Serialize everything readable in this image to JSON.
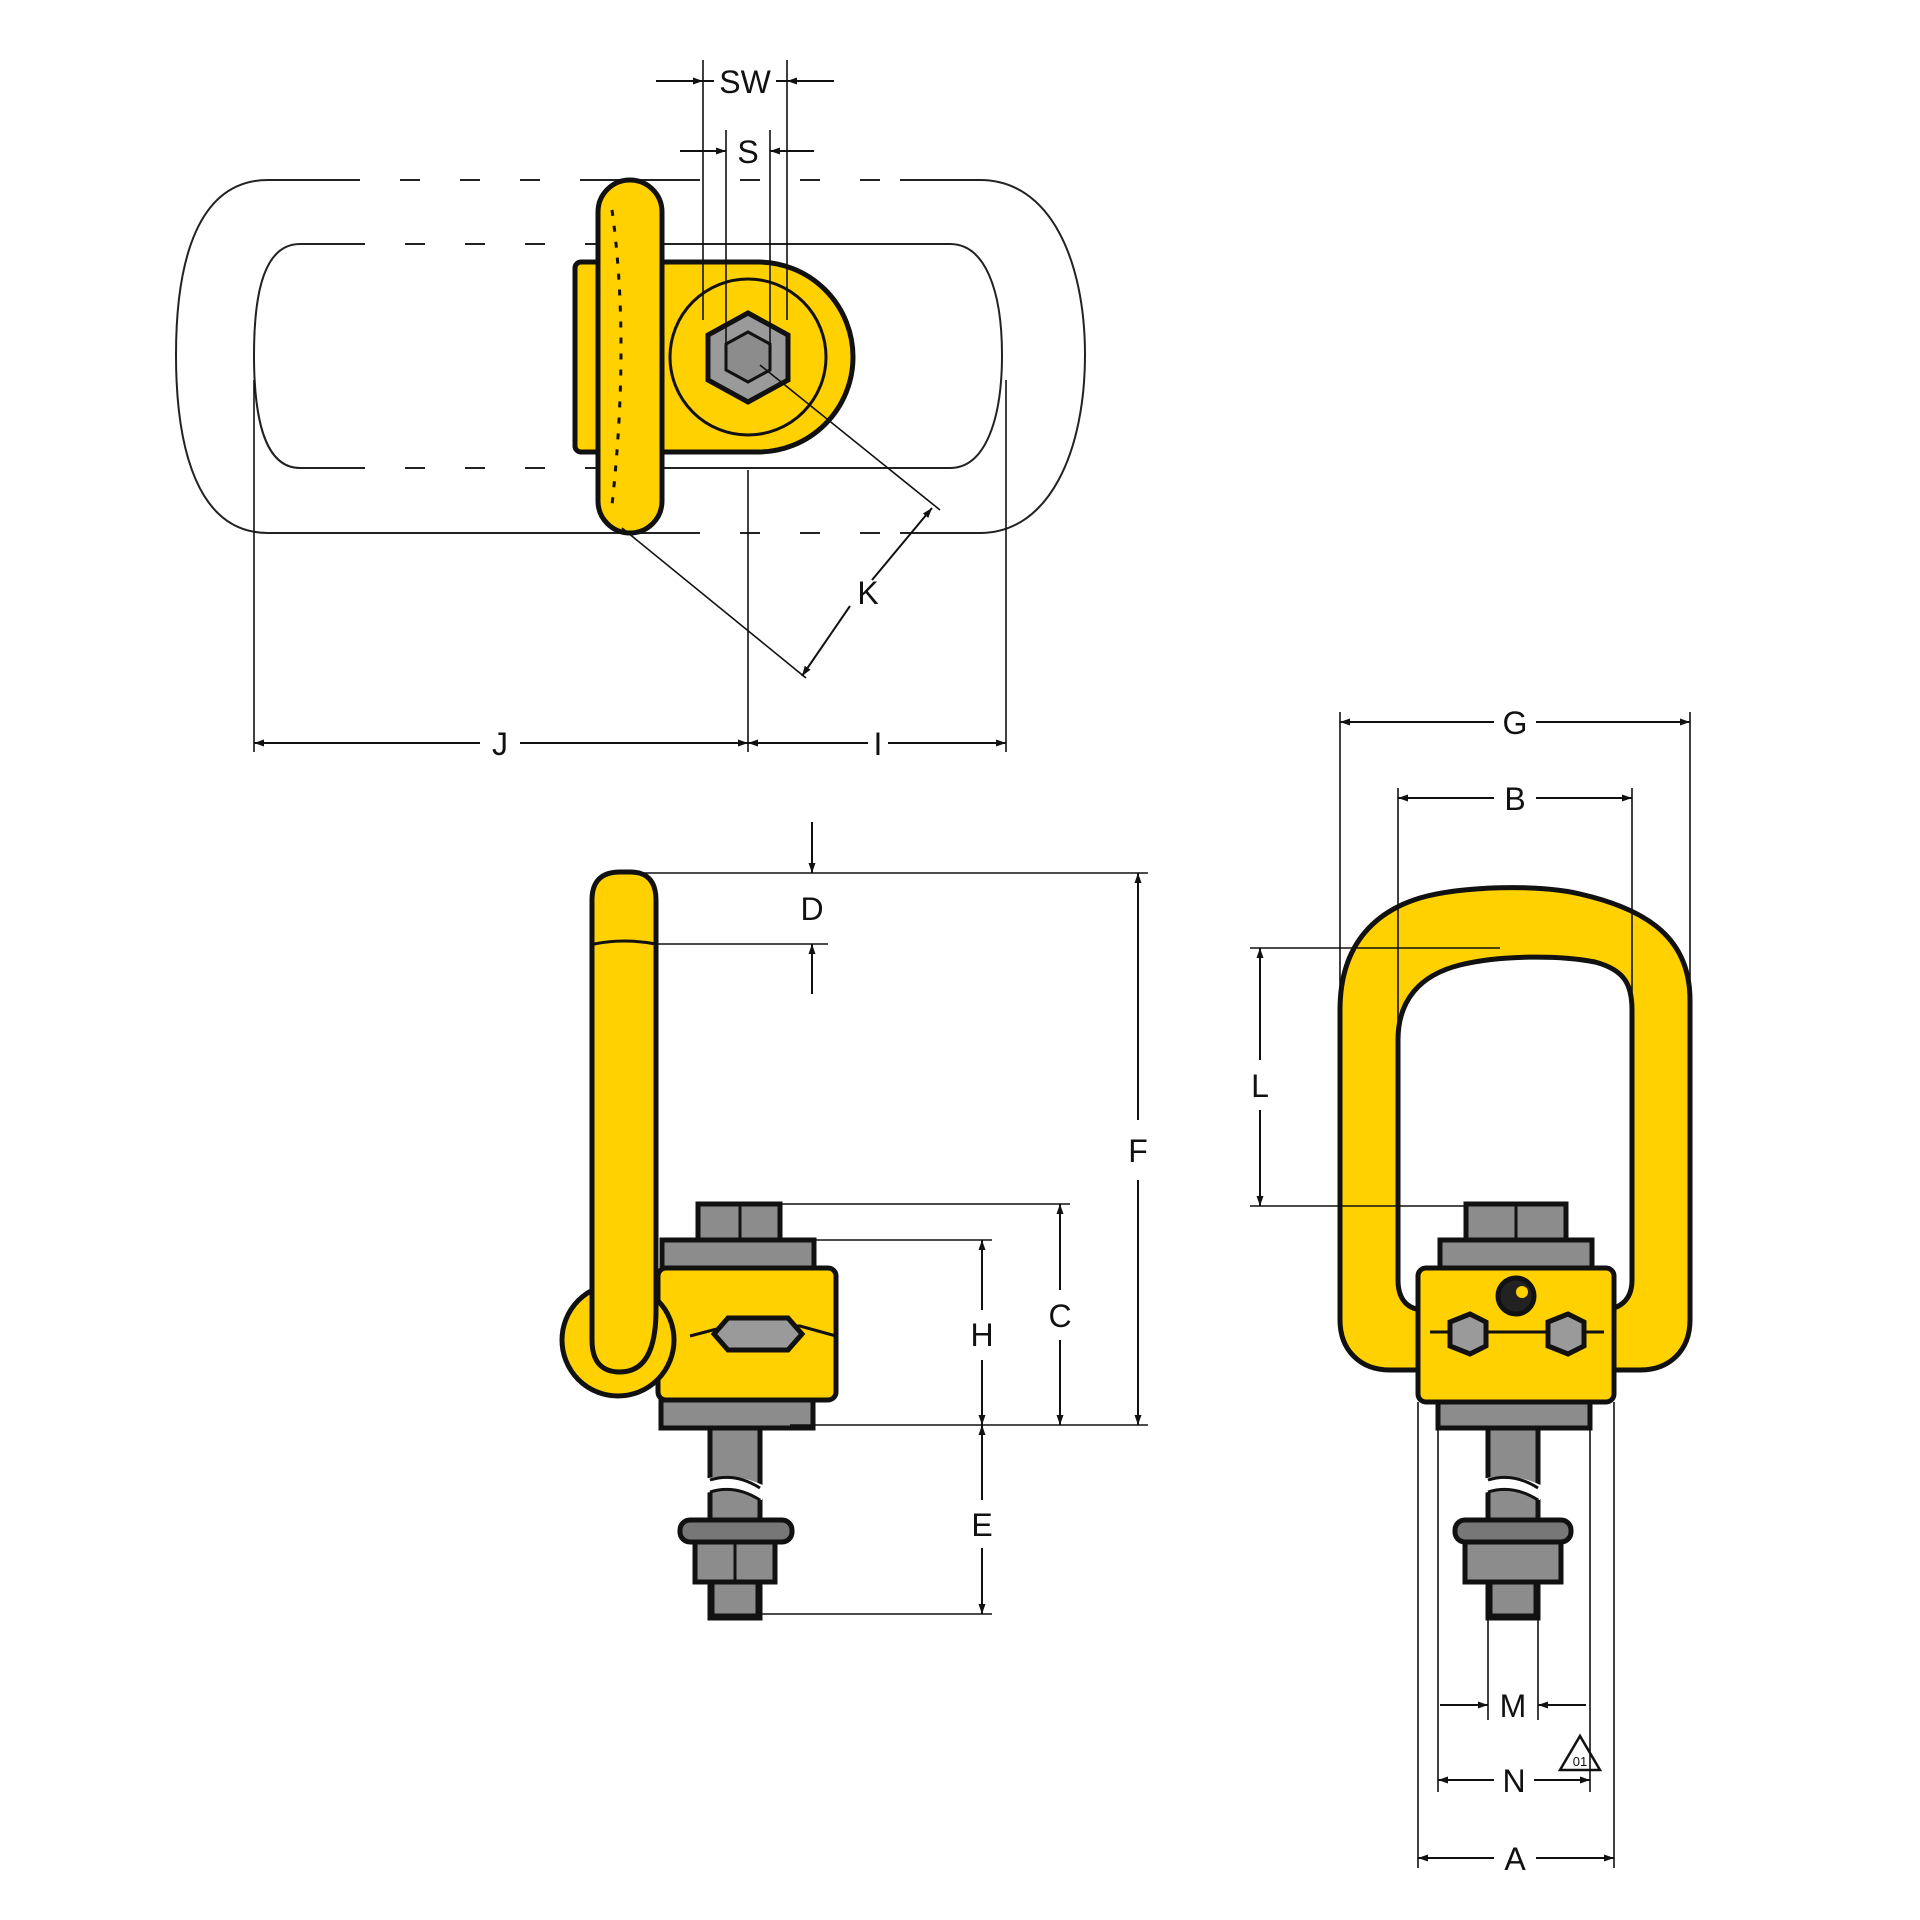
{
  "colors": {
    "steel_yellow": "#FFD100",
    "bolt_grey": "#8C8C8C",
    "hex_grey": "#9A9A9A",
    "outline": "#111111",
    "background": "#FFFFFF"
  },
  "labels": {
    "SW": "SW",
    "S": "S",
    "K": "K",
    "J": "J",
    "I": "I",
    "D": "D",
    "F": "F",
    "C": "C",
    "H": "H",
    "E": "E",
    "G": "G",
    "B": "B",
    "L": "L",
    "M": "M",
    "N": "N",
    "A": "A",
    "revision": "01"
  },
  "views": [
    "top-view",
    "side-view",
    "front-view"
  ]
}
